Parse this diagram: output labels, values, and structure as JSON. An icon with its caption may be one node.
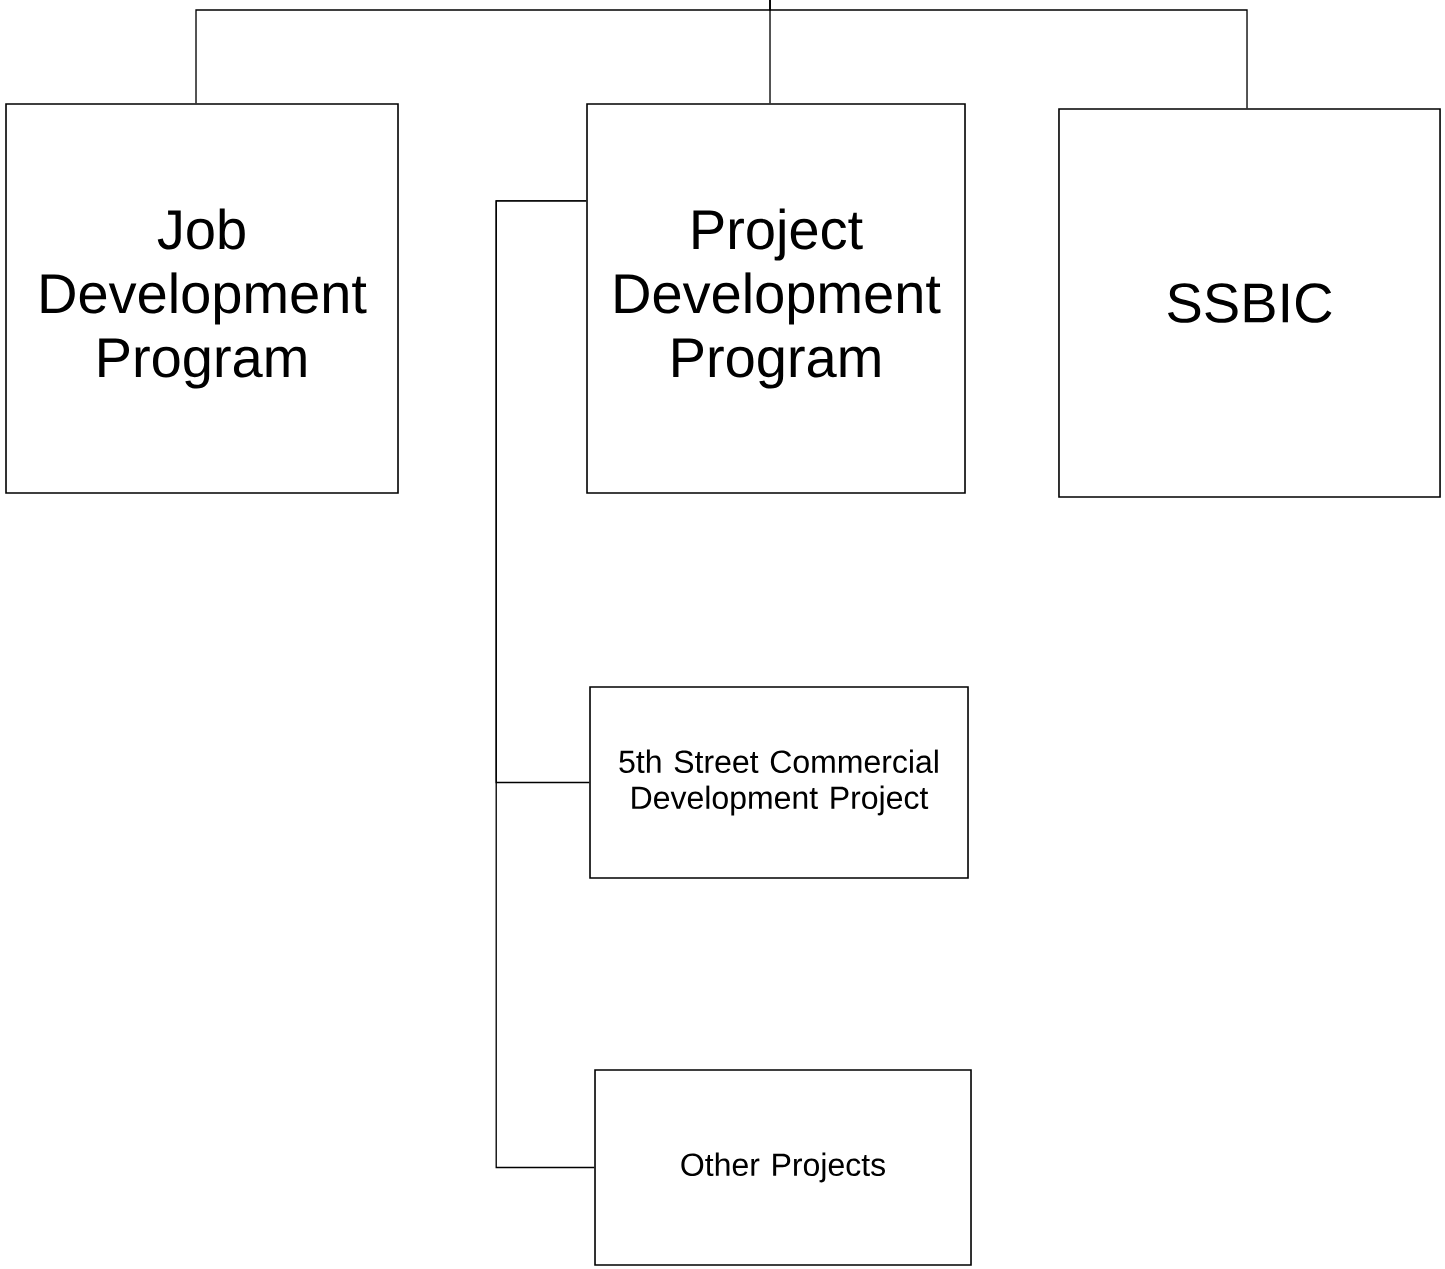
{
  "diagram": {
    "nodes": [
      {
        "text": [
          "Job Development Program"
        ]
      },
      {
        "text": [
          "Project Development Program"
        ]
      },
      {
        "text": [
          "SSBIC"
        ]
      },
      {
        "text": [
          "5th Street Commercial Development Project"
        ]
      },
      {
        "text": [
          "Other Projects"
        ]
      }
    ],
    "edges": [
      {
        "from": null,
        "to": 0,
        "arrow": "none"
      },
      {
        "from": null,
        "to": 1,
        "arrow": "none"
      },
      {
        "from": null,
        "to": 2,
        "arrow": "none"
      },
      {
        "from": 1,
        "to": 3,
        "arrow": "none"
      },
      {
        "from": 1,
        "to": 4,
        "arrow": "none"
      }
    ]
  }
}
